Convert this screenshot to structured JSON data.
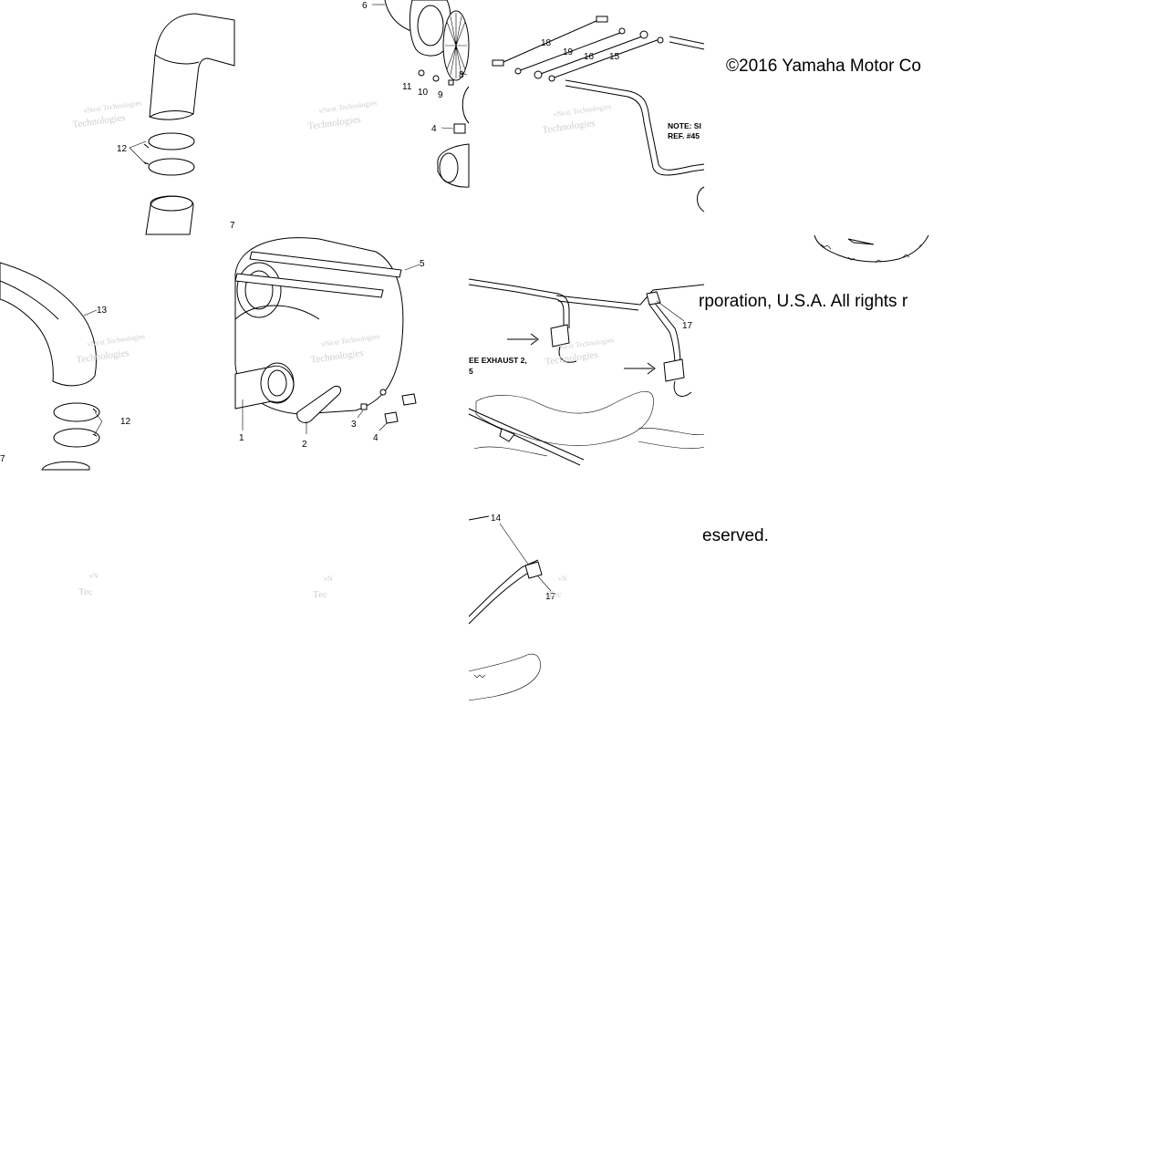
{
  "copyright": {
    "line1": "©2016 Yamaha Motor Co",
    "line2": "rporation, U.S.A. All rights r",
    "line3": "eserved."
  },
  "watermark": {
    "text_a": "vNext Technologies",
    "text_b": "Technologies",
    "text_c": "vN",
    "text_d": "Tec"
  },
  "notes": {
    "n1": "NOTE: SI",
    "n2": "REF. #45",
    "n3": "EE EXHAUST 2,",
    "n4": "5"
  },
  "callouts": {
    "c1": "1",
    "c2": "2",
    "c3": "3",
    "c4a": "4",
    "c4b": "4",
    "c5": "5",
    "c6": "6",
    "c7a": "7",
    "c7b": "7",
    "c8": "8",
    "c9": "9",
    "c10": "10",
    "c11": "11",
    "c12a": "12",
    "c12b": "12",
    "c13": "13",
    "c14": "14",
    "c15": "15",
    "c16": "16",
    "c17a": "17",
    "c17b": "17",
    "c18": "18",
    "c19": "19"
  }
}
